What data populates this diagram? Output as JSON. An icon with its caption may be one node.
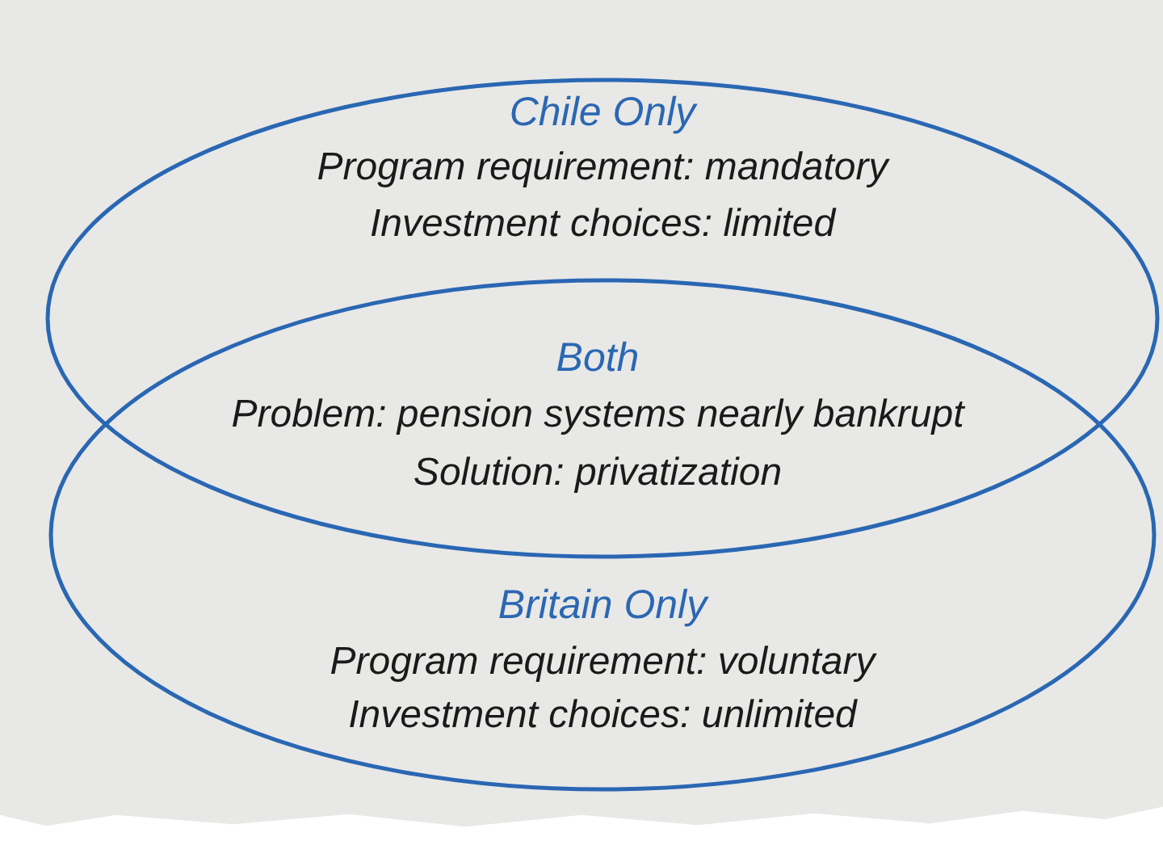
{
  "diagram": {
    "nodes": [
      {
        "text": [
          "Chile Only",
          "Program requirement: mandatory",
          "Investment choices: limited"
        ]
      },
      {
        "text": [
          "Both",
          "Problem: pension systems nearly bankrupt",
          "Solution: privatization"
        ]
      },
      {
        "text": [
          "Britain Only",
          "Program requirement: voluntary",
          "Investment choices: unlimited"
        ]
      }
    ]
  }
}
